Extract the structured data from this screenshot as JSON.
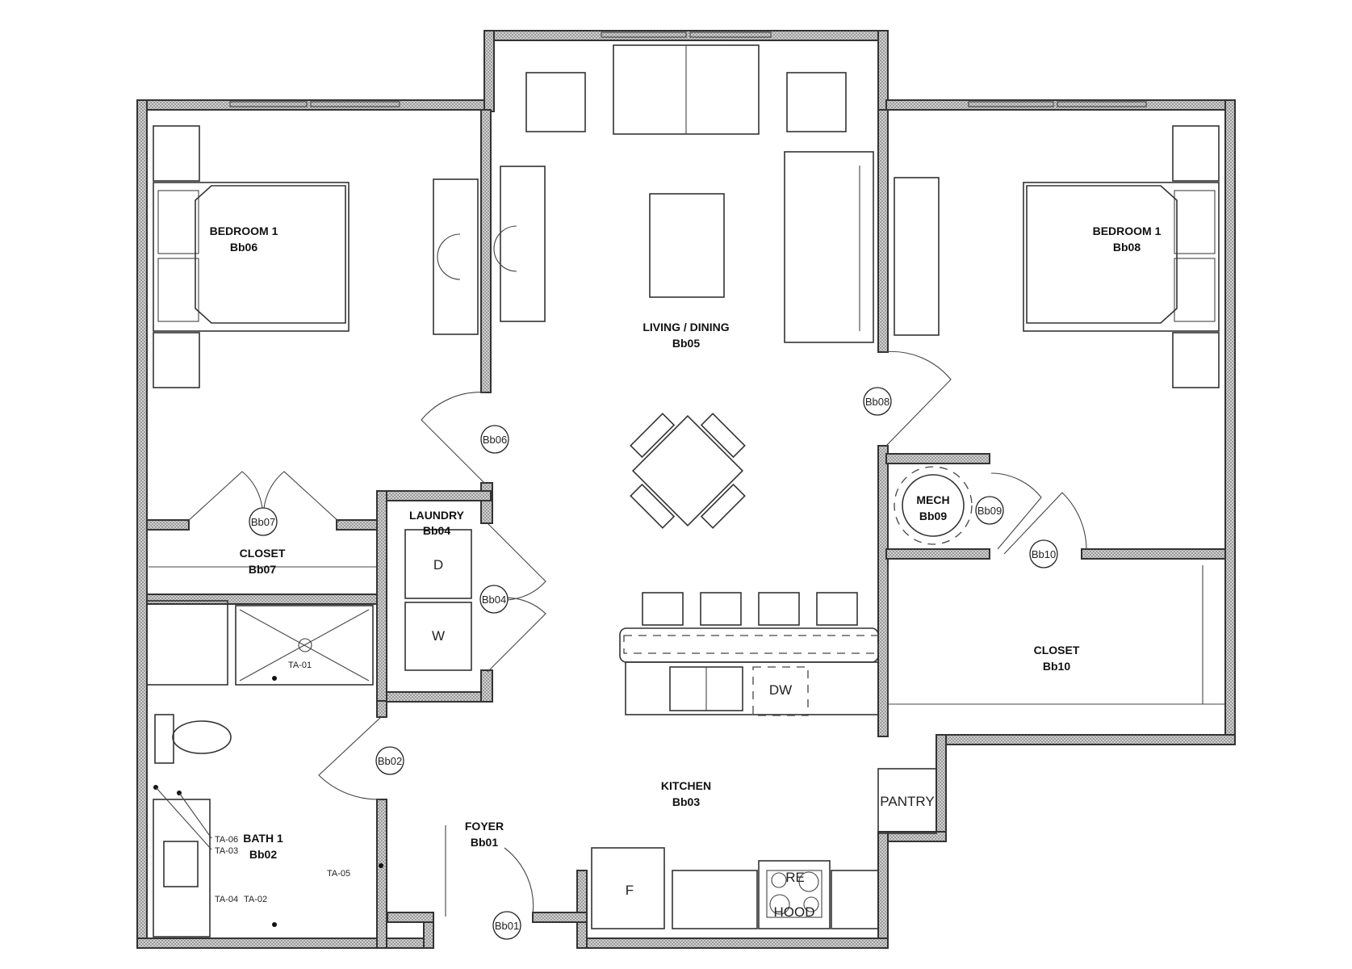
{
  "plan": {
    "rooms": [
      {
        "name": "BEDROOM 1",
        "code": "Bb06"
      },
      {
        "name": "BEDROOM 1",
        "code": "Bb08"
      },
      {
        "name": "LIVING / DINING",
        "code": "Bb05"
      },
      {
        "name": "CLOSET",
        "code": "Bb07"
      },
      {
        "name": "LAUNDRY",
        "code": "Bb04"
      },
      {
        "name": "MECH",
        "code": "Bb09"
      },
      {
        "name": "CLOSET",
        "code": "Bb10"
      },
      {
        "name": "KITCHEN",
        "code": "Bb03"
      },
      {
        "name": "BATH 1",
        "code": "Bb02"
      },
      {
        "name": "FOYER",
        "code": "Bb01"
      },
      {
        "name": "PANTRY",
        "code": ""
      }
    ],
    "doors": [
      "Bb06",
      "Bb08",
      "Bb07",
      "Bb04",
      "Bb09",
      "Bb10",
      "Bb02",
      "Bb01"
    ],
    "fixtures": {
      "dryer": "D",
      "washer": "W",
      "dishwasher": "DW",
      "fridge": "F",
      "range": "RE",
      "hood": "HOOD"
    },
    "notes": [
      "TA-01",
      "TA-02",
      "TA-03",
      "TA-04",
      "TA-05",
      "TA-06"
    ]
  }
}
